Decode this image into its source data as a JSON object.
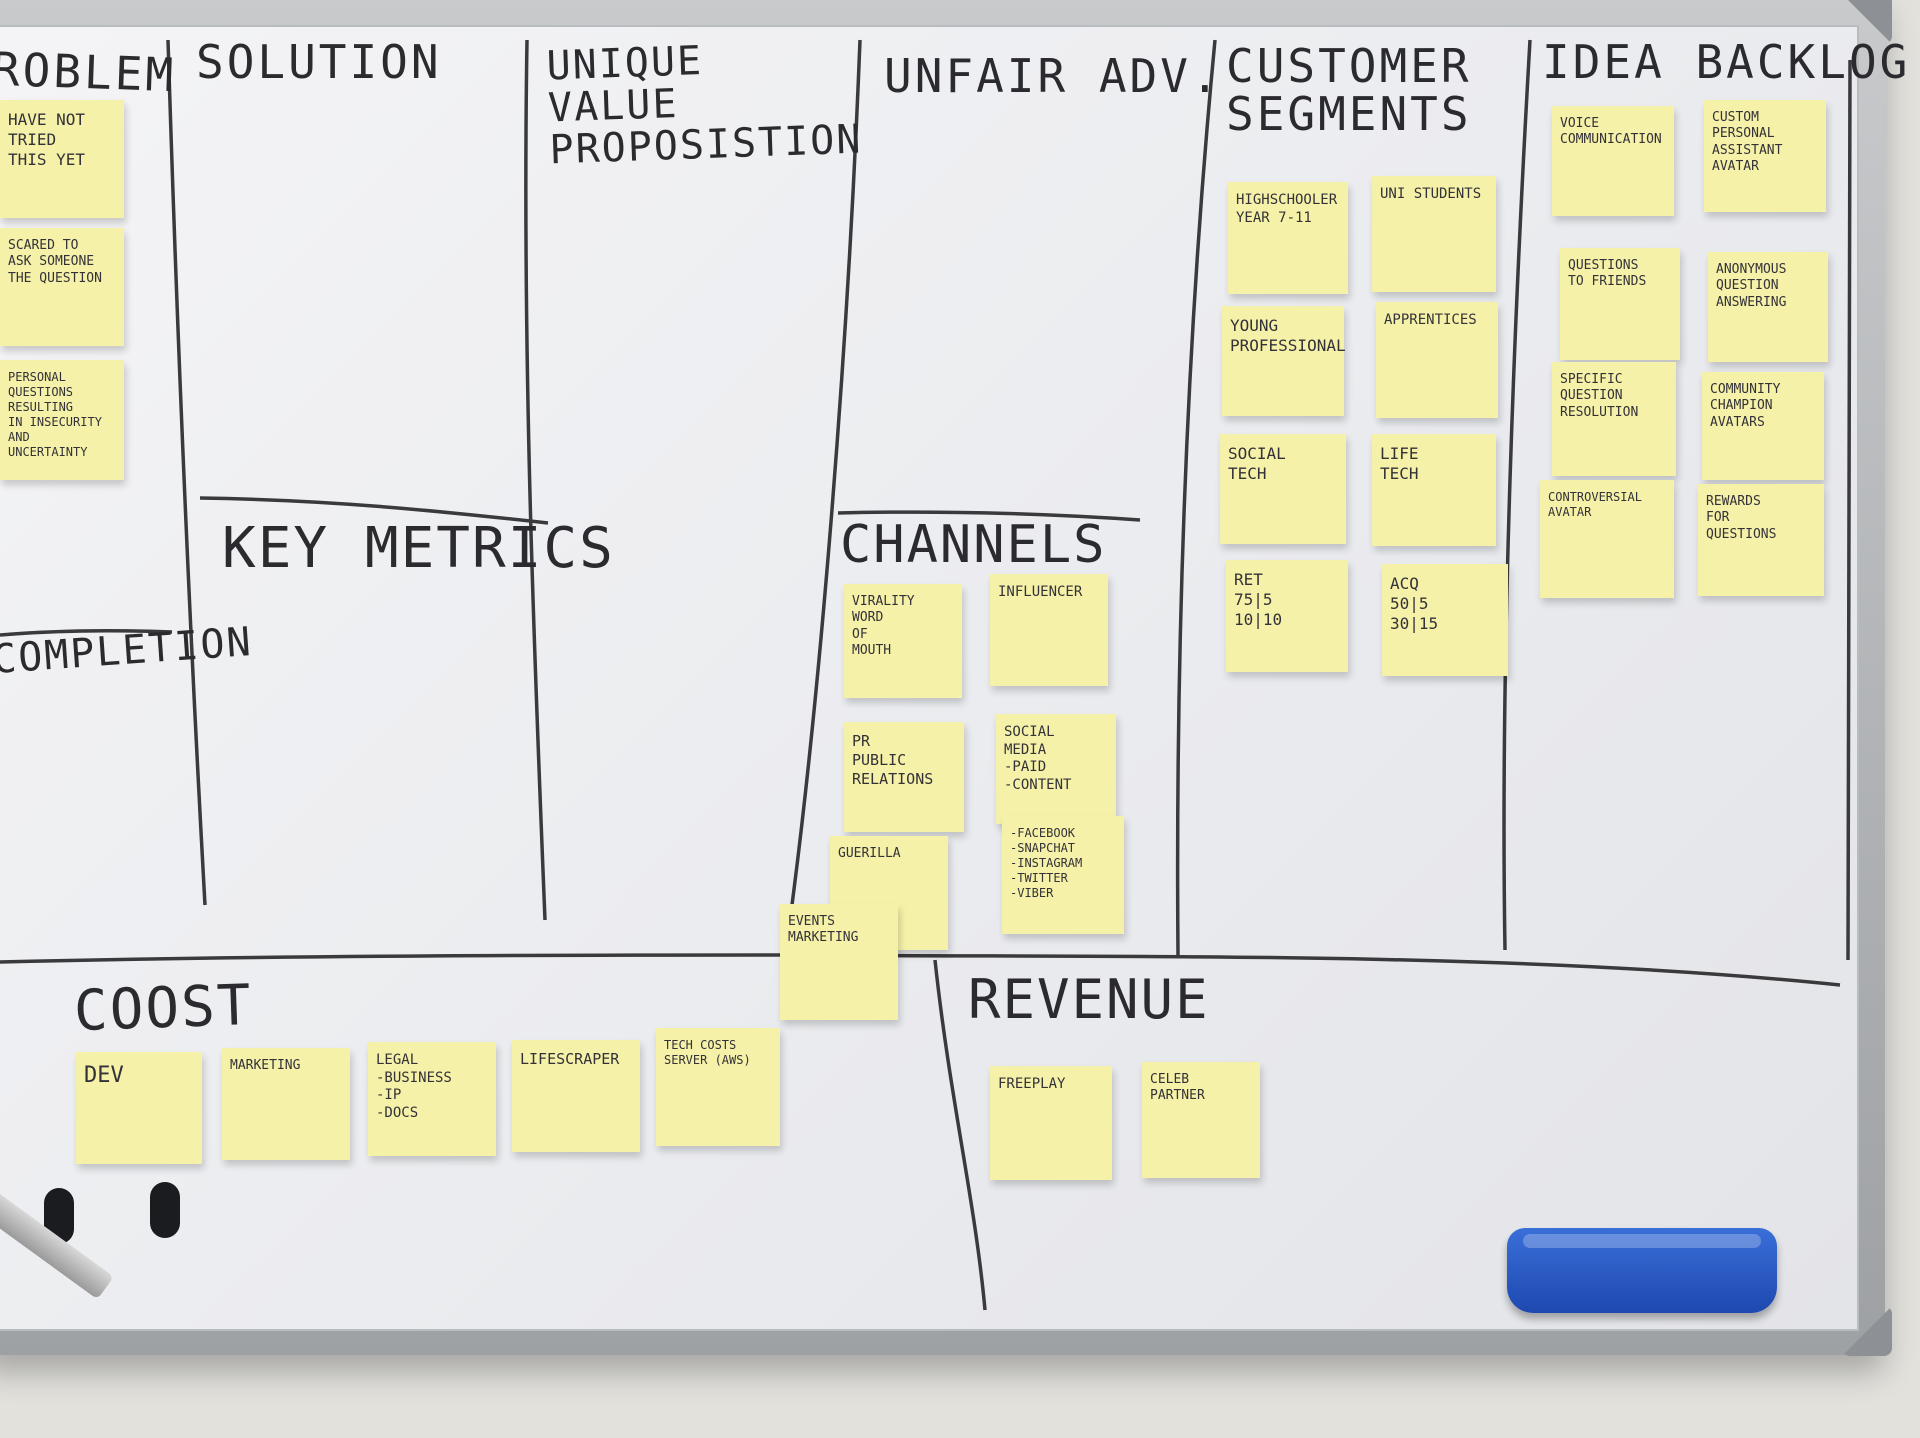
{
  "board": {
    "headings": {
      "problem": "ROBLEM",
      "solution": "SOLUTION",
      "uvp": "UNIQUE\nVALUE\nPROPOSISTION",
      "unfair": "UNFAIR ADV.",
      "customer": "CUSTOMER\nSEGMENTS",
      "idea": "IDEA BACKLOG",
      "key_metrics": "KEY METRICS",
      "completion": "COMPLETION",
      "channels": "CHANNELS",
      "cost": "COOST",
      "revenue": "REVENUE"
    },
    "notes": {
      "problem": [
        "HAVE NOT\nTRIED\nTHIS YET",
        "SCARED TO\nASK SOMEONE\nTHE QUESTION",
        "PERSONAL\nQUESTIONS\nRESULTING\nIN INSECURITY\nAND UNCERTAINTY"
      ],
      "customer": [
        "HIGHSCHOOLER\nYEAR 7-11",
        "UNI STUDENTS",
        "YOUNG\nPROFESSIONAL",
        "APPRENTICES",
        "SOCIAL\nTECH",
        "LIFE\nTECH",
        "RET\n75|5\n10|10",
        "ACQ\n50|5\n30|15"
      ],
      "idea": [
        "VOICE\nCOMMUNICATION",
        "CUSTOM\nPERSONAL\nASSISTANT\nAVATAR",
        "QUESTIONS\nTO FRIENDS",
        "ANONYMOUS\nQUESTION\nANSWERING",
        "SPECIFIC\nQUESTION\nRESOLUTION",
        "COMMUNITY\nCHAMPION\nAVATARS",
        "CONTROVERSIAL\nAVATAR",
        "REWARDS\nFOR\nQUESTIONS"
      ],
      "channels": [
        "VIRALITY\nWORD\nOF\nMOUTH",
        "INFLUENCER",
        "PR\nPUBLIC\nRELATIONS",
        "SOCIAL\nMEDIA\n-PAID\n-CONTENT",
        "GUERILLA",
        "-FACEBOOK\n-SNAPCHAT\n-INSTAGRAM\n-TWITTER\n-VIBER",
        "EVENTS\nMARKETING"
      ],
      "cost": [
        "DEV",
        "MARKETING",
        "LEGAL\n-BUSINESS\n-IP\n-DOCS",
        "LIFESCRAPER",
        "TECH COSTS\nSERVER (AWS)"
      ],
      "revenue": [
        "FREEPLAY",
        "CELEB\nPARTNER"
      ]
    }
  },
  "colors": {
    "sticky": "#f6f1a8",
    "marker_ink": "#2b2b2f",
    "eraser": "#2a5bc8"
  }
}
